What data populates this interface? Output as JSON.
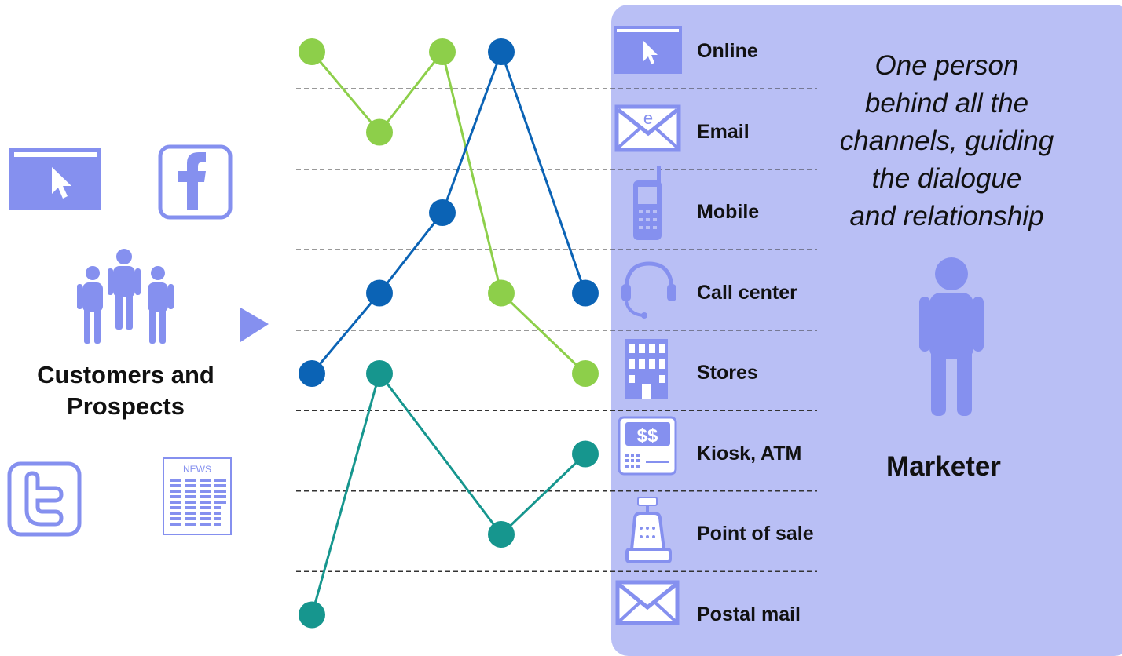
{
  "customers": {
    "label_line1": "Customers and",
    "label_line2": "Prospects",
    "icons": [
      "browser-cursor-icon",
      "facebook-icon",
      "twitter-icon",
      "newspaper-icon",
      "people-group-icon"
    ],
    "newspaper_text": "NEWS"
  },
  "channels": [
    {
      "label": "Online",
      "icon": "browser-cursor-icon"
    },
    {
      "label": "Email",
      "icon": "email-envelope-icon"
    },
    {
      "label": "Mobile",
      "icon": "mobile-phone-icon"
    },
    {
      "label": "Call center",
      "icon": "headset-icon"
    },
    {
      "label": "Stores",
      "icon": "building-icon"
    },
    {
      "label": "Kiosk, ATM",
      "icon": "atm-icon"
    },
    {
      "label": "Point of sale",
      "icon": "cash-register-icon"
    },
    {
      "label": "Postal mail",
      "icon": "postal-envelope-icon"
    }
  ],
  "paths": [
    {
      "color": "#8dcf4a",
      "points": [
        [
          0,
          0
        ],
        [
          1,
          1
        ],
        [
          2,
          0
        ],
        [
          3,
          3
        ],
        [
          4,
          4
        ]
      ]
    },
    {
      "color": "#0b63b5",
      "points": [
        [
          0,
          4
        ],
        [
          1,
          3
        ],
        [
          2,
          2
        ],
        [
          3,
          0
        ],
        [
          4,
          3
        ]
      ]
    },
    {
      "color": "#16968e",
      "points": [
        [
          0,
          7
        ],
        [
          1,
          4
        ],
        [
          3,
          6
        ],
        [
          4,
          5
        ]
      ]
    }
  ],
  "marketer": {
    "quote_lines": [
      "One person",
      "behind all the",
      "channels, guiding",
      "the dialogue",
      "and relationship"
    ],
    "label": "Marketer",
    "icon": "person-icon"
  },
  "email_icon_letter": "e",
  "atm_icon_text": "$$",
  "colors": {
    "panel": "#b9bff5",
    "icon": "#8590ef",
    "green": "#8dcf4a",
    "blue": "#0b63b5",
    "teal": "#16968e"
  }
}
